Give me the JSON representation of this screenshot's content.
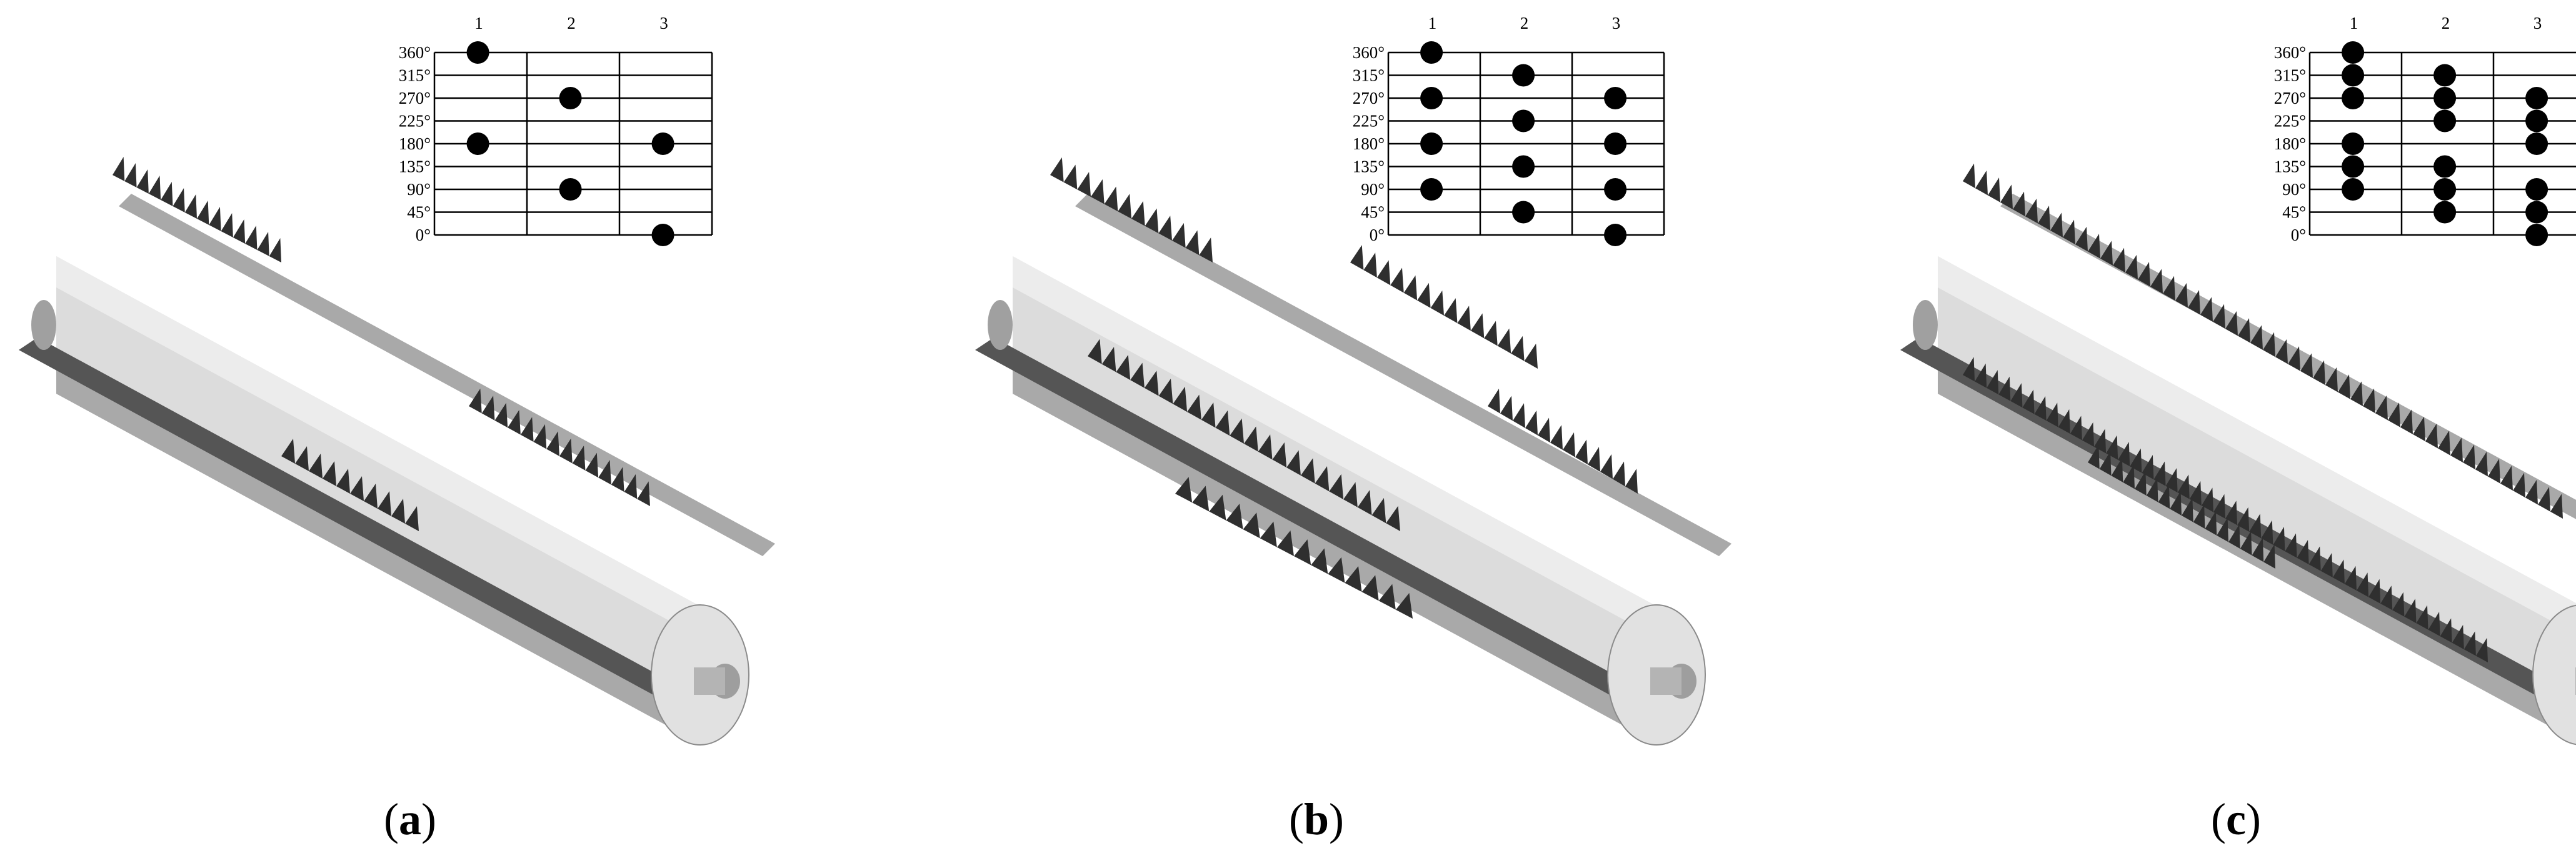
{
  "panels": [
    {
      "caption_open": "(",
      "caption_letter": "a",
      "caption_close": ")",
      "column_labels": [
        "1",
        "2",
        "3"
      ],
      "angle_labels": [
        "360°",
        "315°",
        "270°",
        "225°",
        "180°",
        "135°",
        "90°",
        "45°",
        "0°"
      ],
      "columns": [
        [
          "360°",
          "180°"
        ],
        [
          "270°",
          "90°"
        ],
        [
          "180°",
          "0°"
        ]
      ]
    },
    {
      "caption_open": "(",
      "caption_letter": "b",
      "caption_close": ")",
      "column_labels": [
        "1",
        "2",
        "3"
      ],
      "angle_labels": [
        "360°",
        "315°",
        "270°",
        "225°",
        "180°",
        "135°",
        "90°",
        "45°",
        "0°"
      ],
      "columns": [
        [
          "360°",
          "270°",
          "180°",
          "90°"
        ],
        [
          "315°",
          "225°",
          "135°",
          "45°"
        ],
        [
          "270°",
          "180°",
          "90°",
          "0°"
        ]
      ]
    },
    {
      "caption_open": "(",
      "caption_letter": "c",
      "caption_close": ")",
      "column_labels": [
        "1",
        "2",
        "3"
      ],
      "angle_labels": [
        "360°",
        "315°",
        "270°",
        "225°",
        "180°",
        "135°",
        "90°",
        "45°",
        "0°"
      ],
      "columns": [
        [
          "360°",
          "315°",
          "270°",
          "180°",
          "135°",
          "90°"
        ],
        [
          "315°",
          "270°",
          "225°",
          "135°",
          "90°",
          "45°"
        ],
        [
          "270°",
          "225°",
          "180°",
          "90°",
          "45°",
          "0°"
        ]
      ]
    }
  ],
  "colors": {
    "rod_dark": "#555555",
    "rod_mid": "#a9a9a9",
    "rod_light": "#dcdcdc",
    "tooth": "#2f2f2f",
    "dot": "#000000",
    "grid_line": "#000000"
  }
}
